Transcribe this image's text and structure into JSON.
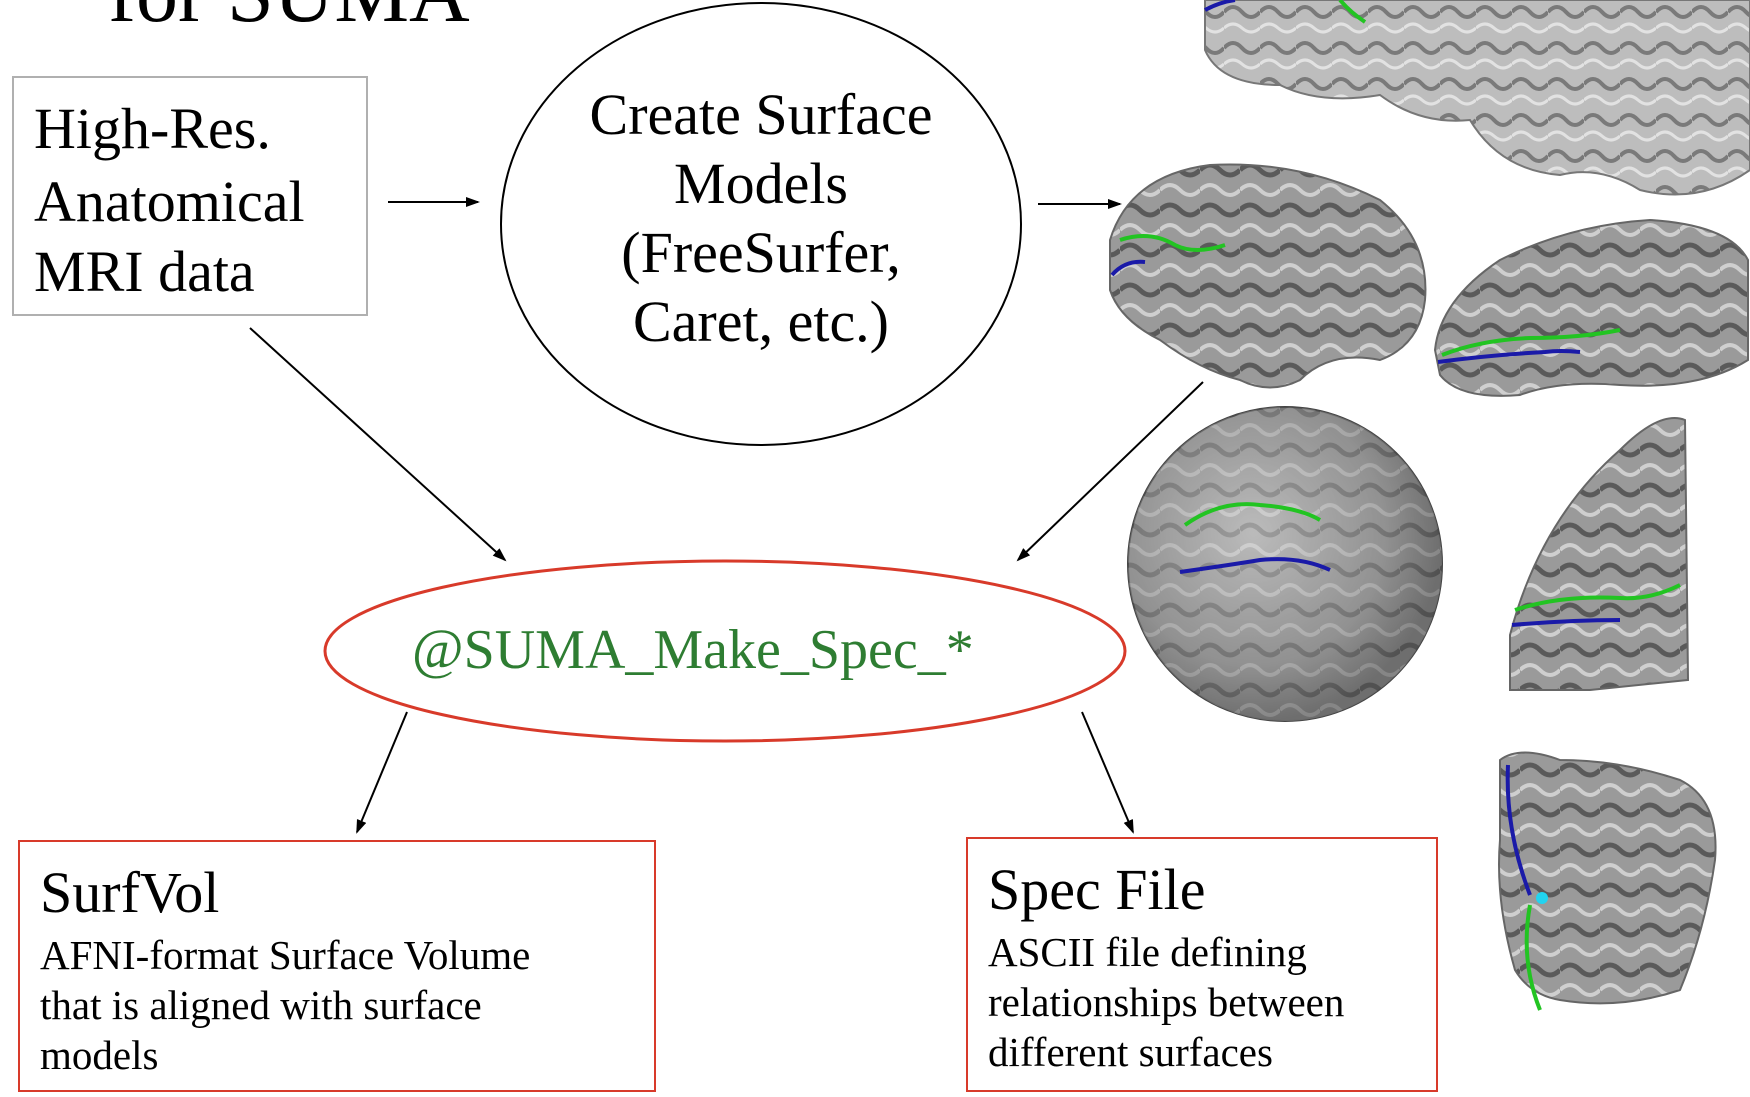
{
  "title": "for SUMA",
  "input_box": {
    "lines": [
      "High-Res.",
      "Anatomical",
      "MRI data"
    ]
  },
  "process_ellipse": {
    "lines": [
      "Create Surface",
      "Models",
      "(FreeSurfer,",
      "Caret, etc.)"
    ]
  },
  "script_node": {
    "label": "@SUMA_Make_Spec_*",
    "color": "#2e7d32",
    "outline_color": "#d83a2a"
  },
  "outputs": [
    {
      "head": "SurfVol",
      "desc_lines": [
        "AFNI-format Surface Volume",
        "that is aligned with surface",
        "models"
      ]
    },
    {
      "head": "Spec File",
      "desc_lines": [
        "ASCII file defining",
        "relationships between",
        "different surfaces"
      ]
    }
  ],
  "images": [
    "brain-pial-surface",
    "brain-smoothwm-surface",
    "brain-inflated-surface",
    "brain-sphere-surface",
    "brain-flat-patch-surface"
  ]
}
